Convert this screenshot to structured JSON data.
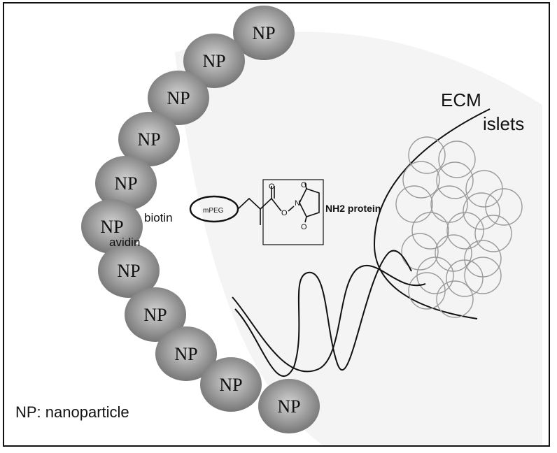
{
  "particle_label": "NP",
  "labels": {
    "legend": "NP: nanoparticle",
    "ecm": "ECM",
    "islets": "islets",
    "biotin": "biotin",
    "avidin": "avidin",
    "mpeg": "mPEG",
    "protein": "NH2 protein",
    "carbonyl_o": "O",
    "ester_o": "O",
    "imide_n": "N",
    "ring_o_top": "O",
    "ring_o_bottom": "O"
  },
  "colors": {
    "particle_light": "#d4d4d4",
    "particle_dark": "#6e6e6e",
    "line": "#111111",
    "islet": "#9a9a9a",
    "halo": "#f4f4f4"
  }
}
